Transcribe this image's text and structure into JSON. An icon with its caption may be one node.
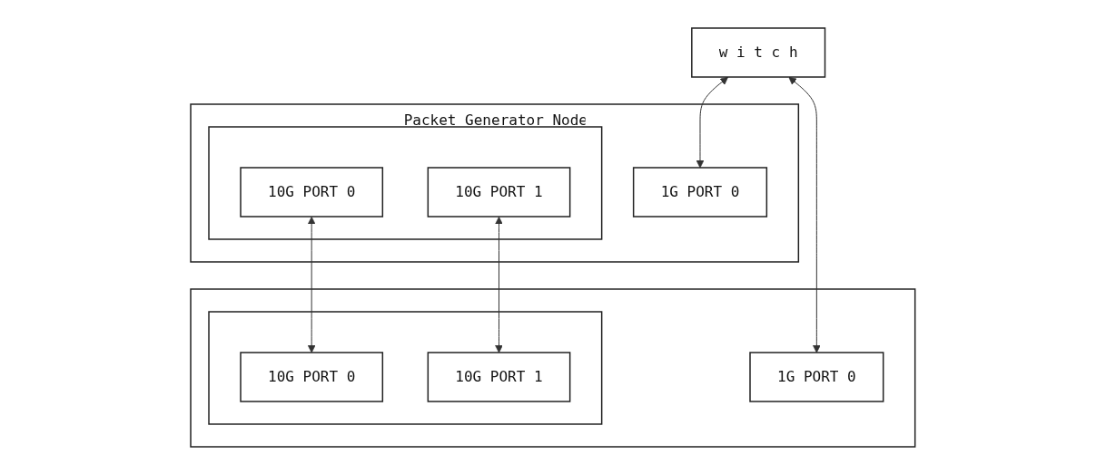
{
  "diagram": {
    "nodes": [
      {
        "text": [
          "w i t c h"
        ]
      },
      {
        "text": [],
        "shape": "box"
      },
      {
        "text": [
          "1G PORT 0"
        ],
        "in": 1
      },
      {
        "text": [],
        "shape": "box",
        "in": 1
      },
      {
        "text": [
          "10G PORT 0"
        ],
        "in": 3
      },
      {
        "text": [
          "10G PORT 1"
        ],
        "in": 3
      },
      {
        "text": [
          "Packet Generator Node"
        ]
      },
      {
        "text": [
          "1G PORT 0"
        ],
        "in": 6
      },
      {
        "text": [],
        "shape": "box",
        "in": 6
      },
      {
        "text": [
          "10G PORT 0"
        ],
        "in": 8
      },
      {
        "text": [
          "10G PORT 1"
        ],
        "in": 8
      }
    ],
    "edges": [
      {
        "from": 0,
        "to": 2,
        "arrow": "both"
      },
      {
        "from": 0,
        "to": 7,
        "arrow": "both"
      },
      {
        "from": 9,
        "to": 4,
        "arrow": "both"
      },
      {
        "from": 10,
        "to": 5,
        "arrow": "both"
      }
    ]
  }
}
